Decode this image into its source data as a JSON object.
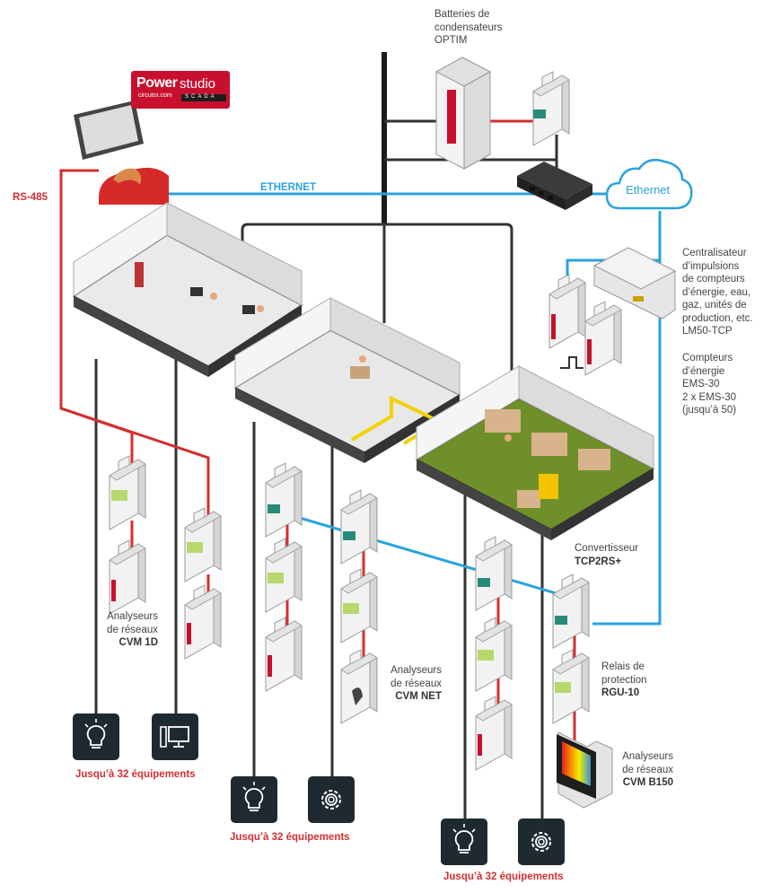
{
  "logo": {
    "brand": "Power",
    "product": "studio",
    "tagline": "circutor.com",
    "badge": "SCADA"
  },
  "labels": {
    "rs485": "RS-485",
    "ethernet_line": "ETHERNET",
    "ethernet_cloud": "Ethernet",
    "capacitors": [
      "Batteries de",
      "condensateurs",
      "OPTIM"
    ],
    "centralizer": [
      "Centralisateur",
      "d’impulsions",
      "de compteurs",
      "d’énergie, eau,",
      "gaz, unités de",
      "production, etc.",
      "LM50-TCP"
    ],
    "meters": [
      "Compteurs",
      "d’énergie",
      "EMS-30",
      "2 x EMS-30",
      "(jusqu’à 50)"
    ],
    "converter": {
      "line1": "Convertisseur",
      "model": "TCP2RS+"
    },
    "cvm1d": {
      "line1": "Analyseurs",
      "line2": "de réseaux",
      "model": "CVM 1D"
    },
    "cvmnet": {
      "line1": "Analyseurs",
      "line2": "de réseaux",
      "model": "CVM NET"
    },
    "rgu10": {
      "line1": "Relais de",
      "line2": "protection",
      "model": "RGU-10"
    },
    "cvmb150": {
      "line1": "Analyseurs",
      "line2": "de réseaux",
      "model": "CVM B150"
    },
    "limit1": "Jusqu’à 32 équipements",
    "limit2": "Jusqu’à 32 équipements",
    "limit3": "Jusqu’à 32 équipements"
  },
  "colors": {
    "rs485": "#d32f2f",
    "ethernet": "#29a3dd",
    "bus": "#333333",
    "tile": "#1f2a30",
    "floor_green": "#6f8f2a"
  },
  "icons": {
    "lamp": "lightbulb-icon",
    "computer": "computer-icon",
    "gear": "gear-icon"
  }
}
